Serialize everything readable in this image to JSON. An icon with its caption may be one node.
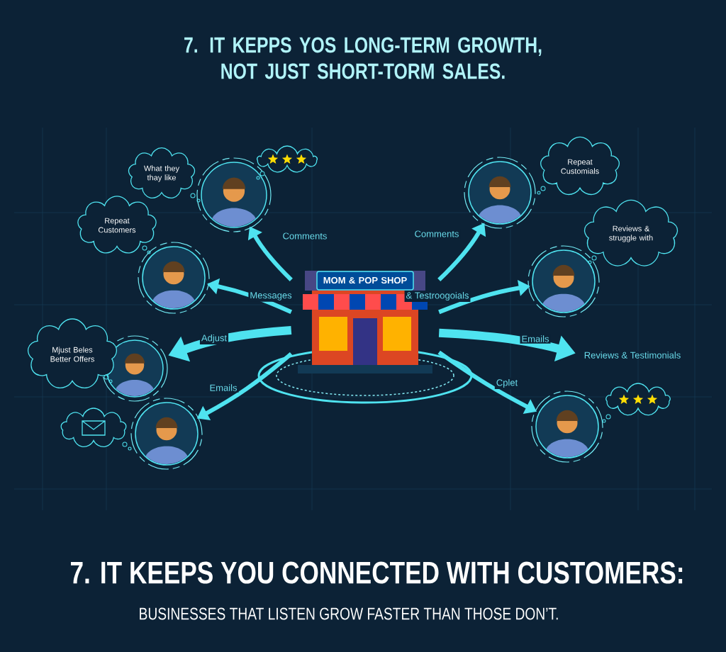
{
  "diagram": {
    "title": "7. IT KEPPS YOS LONG-TERM GROWTH, NOT JUST SHORT-TORM SALES.",
    "nodes": [
      {
        "text": [
          "MOM & POP SHOP"
        ]
      },
      {
        "text": [],
        "shape": "person"
      },
      {
        "text": [],
        "shape": "person"
      },
      {
        "text": [],
        "shape": "person"
      },
      {
        "text": [],
        "shape": "person"
      },
      {
        "text": [],
        "shape": "person"
      },
      {
        "text": [],
        "shape": "person"
      },
      {
        "text": [],
        "shape": "person"
      },
      {
        "text": [
          "What they thay like"
        ]
      },
      {
        "text": [],
        "shape": "cloud"
      },
      {
        "text": [
          "Repeat Customers"
        ]
      },
      {
        "text": [
          "Mjust Beles Better Offers"
        ]
      },
      {
        "text": [],
        "shape": "cloud"
      },
      {
        "text": [
          "Repeat Customials"
        ]
      },
      {
        "text": [
          "Reviews & struggle with"
        ]
      },
      {
        "text": [],
        "shape": "cloud"
      },
      {
        "text": [
          "Reviews & Testimonials"
        ]
      }
    ],
    "edges": [
      {
        "from": 0,
        "to": 1,
        "arrow": "to",
        "label": "Comments"
      },
      {
        "from": 0,
        "to": 2,
        "arrow": "to",
        "label": "Messages"
      },
      {
        "from": 0,
        "to": 3,
        "arrow": "to",
        "label": "Adjust",
        "style": "thick"
      },
      {
        "from": 0,
        "to": 4,
        "arrow": "to",
        "label": "Emails"
      },
      {
        "from": 0,
        "to": 5,
        "arrow": "to",
        "label": "Comments"
      },
      {
        "from": 0,
        "to": 6,
        "arrow": "to",
        "label": "& Testroogoials"
      },
      {
        "from": 0,
        "to": 16,
        "arrow": "to",
        "label": "Emails",
        "style": "thick"
      },
      {
        "from": 0,
        "to": 7,
        "arrow": "to",
        "label": "Cplet"
      }
    ],
    "labels": [
      "7. IT KEEPS YOU CONNECTED WITH CUSTOMERS:",
      "BUSINESSES THAT LISTEN GROW FASTER THAN THOSE DON’T."
    ]
  }
}
